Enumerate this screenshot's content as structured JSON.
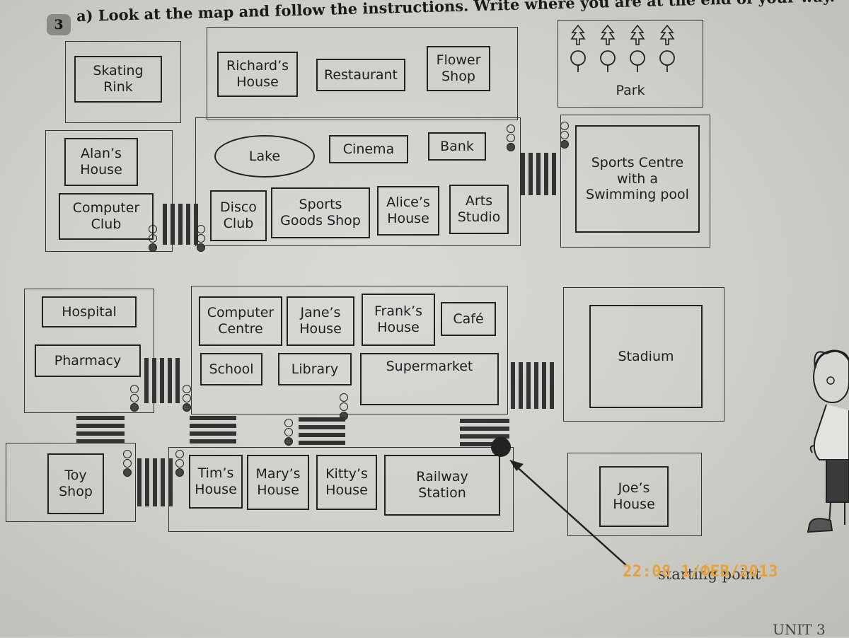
{
  "exercise": {
    "number": "3",
    "instruction": "a) Look at the map and follow the instructions. Write where you are at the end of your way."
  },
  "map": {
    "skating_rink": "Skating\nRink",
    "richards_house": "Richard’s\nHouse",
    "restaurant": "Restaurant",
    "flower_shop": "Flower\nShop",
    "park": "Park",
    "alans_house": "Alan’s\nHouse",
    "computer_club": "Computer\nClub",
    "lake": "Lake",
    "cinema": "Cinema",
    "bank": "Bank",
    "disco_club": "Disco\nClub",
    "sports_goods_shop": "Sports\nGoods Shop",
    "alices_house": "Alice’s\nHouse",
    "arts_studio": "Arts\nStudio",
    "sports_centre": "Sports Centre\nwith a\nSwimming pool",
    "hospital": "Hospital",
    "pharmacy": "Pharmacy",
    "computer_centre": "Computer\nCentre",
    "janes_house": "Jane’s\nHouse",
    "franks_house": "Frank’s\nHouse",
    "cafe": "Café",
    "school": "School",
    "library": "Library",
    "supermarket": "Supermarket",
    "stadium": "Stadium",
    "toy_shop": "Toy\nShop",
    "tims_house": "Tim’s\nHouse",
    "marys_house": "Mary’s\nHouse",
    "kittys_house": "Kitty’s\nHouse",
    "railway_station": "Railway\nStation",
    "joes_house": "Joe’s\nHouse"
  },
  "timestamp": "22:08  1/ФЕВ/2013",
  "footer": "UNIT 3",
  "starting_point_label": "starting point",
  "colors": {
    "timestamp": "#e6a13a"
  },
  "icons": [
    "pine-tree-icon",
    "round-tree-icon",
    "traffic-light-icon",
    "zebra-crossing-icon",
    "start-dot-icon",
    "arrow-icon"
  ]
}
